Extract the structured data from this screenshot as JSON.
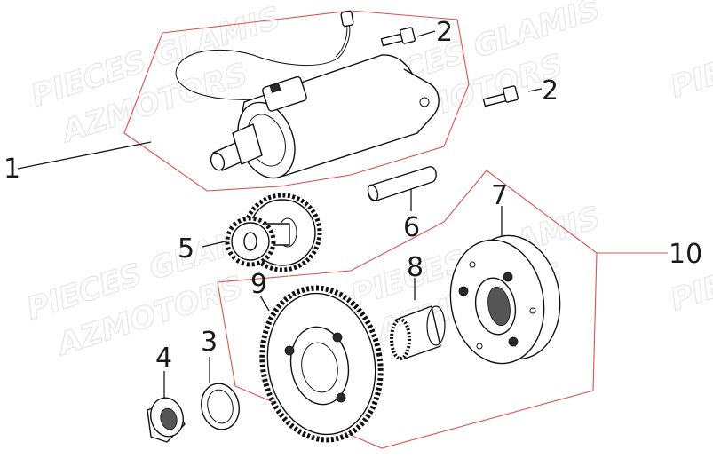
{
  "watermark": {
    "line1": "PIECES GLAMIS",
    "line2": "AZMOTORS"
  },
  "callouts": {
    "c1": "1",
    "c2a": "2",
    "c2b": "2",
    "c3": "3",
    "c4": "4",
    "c5": "5",
    "c6": "6",
    "c7": "7",
    "c8": "8",
    "c9": "9",
    "c10": "10"
  },
  "parts": {
    "p1": "starter-motor",
    "p2": "bolt",
    "p3": "washer",
    "p4": "nut",
    "p5": "reduction-gear",
    "p6": "shaft-pin",
    "p7": "one-way-clutch-housing",
    "p8": "needle-bearing",
    "p9": "driven-gear",
    "p10": "starter-clutch-assembly"
  },
  "colors": {
    "line": "#1a1a1a",
    "group_outline": "#d9534f",
    "watermark": "#e2e2e2"
  }
}
